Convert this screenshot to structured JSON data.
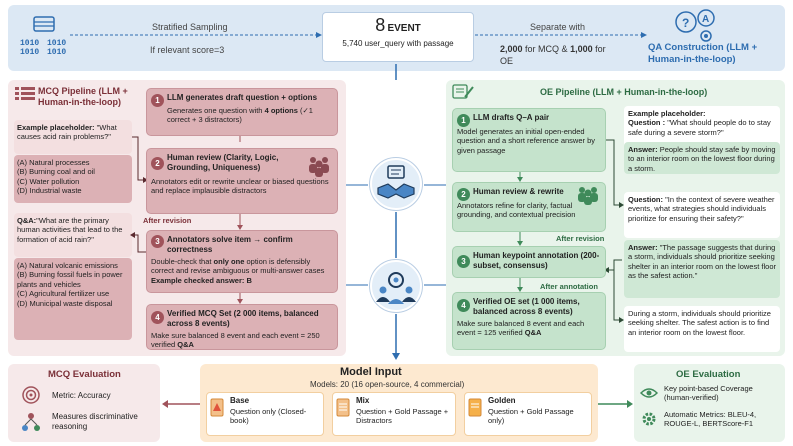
{
  "top": {
    "sampling_label": "Stratified Sampling",
    "relevant_label": "If relevant score=3",
    "event_num": "8",
    "event_word": "EVENT",
    "queries": "5,740 user_query with passage",
    "separate": "Separate with",
    "split_a": "2,000",
    "split_mid": "for MCQ &",
    "split_b": "1,000",
    "split_end": "for",
    "split_oe": "OE",
    "qa_title": "QA Construction (LLM + Human-in-the-loop)"
  },
  "mcq": {
    "title": "MCQ Pipeline (LLM + Human-in-the-loop)",
    "ex_label": "Example placeholder:",
    "ex_question": "\"What causes acid rain problems?\"",
    "options1": [
      "(A) Natural processes",
      "(B) Burning coal and oil",
      "(C) Water pollution",
      "(D) Industrial waste"
    ],
    "qa_label": "Q&A:",
    "qa_question": "\"What are the primary human activities that lead to the formation of acid rain?\"",
    "options2": [
      "(A) Natural volcanic emissions",
      "(B) Burning fossil fuels in power plants and vehicles",
      "(C) Agricultural fertilizer use",
      "(D) Municipal waste disposal"
    ],
    "steps": [
      {
        "n": "1",
        "title": "LLM generates draft question + options",
        "body_a": "Generates one question with",
        "body_b": "4 options",
        "body_c": "(✓1 correct + 3 distractors)"
      },
      {
        "n": "2",
        "title": "Human review (Clarity, Logic, Grounding, Uniqueness)",
        "body": "Annotators edit or rewrite unclear or biased questions and replace implausible distractors"
      },
      {
        "n": "3",
        "title": "Annotators solve item → confirm correctness",
        "body_a": "Double-check that",
        "body_b": "only one",
        "body_c": "option is defensibly correct and revise ambiguous or multi-answer cases",
        "answer": "Example checked answer: B"
      },
      {
        "n": "4",
        "title": "Verified MCQ Set (2 000 items, balanced across 8 events)",
        "body_a": "Make sure balanced 8 event and each event = 250 verified",
        "body_b": "Q&A"
      }
    ],
    "after_revision": "After revision"
  },
  "oe": {
    "title": "OE Pipeline (LLM + Human-in-the-loop)",
    "steps": [
      {
        "n": "1",
        "title": "LLM drafts Q–A pair",
        "body": "Model generates an initial open-ended question and a short reference answer by given passage"
      },
      {
        "n": "2",
        "title": "Human review & rewrite",
        "body": "Annotators refine for clarity, factual grounding, and contextual precision"
      },
      {
        "n": "3",
        "title": "Human keypoint annotation (200-subset, consensus)"
      },
      {
        "n": "4",
        "title": "Verified OE set (1 000 items, balanced across 8 events)",
        "body_a": "Make sure balanced 8 event and each event = 125 verified",
        "body_b": "Q&A"
      }
    ],
    "ex_label": "Example placeholder:",
    "ex_q_label": "Question :",
    "ex_q": "\"What should people do to stay safe during a severe storm?\"",
    "ex_a_label": "Answer:",
    "ex_a": "People should stay safe by moving to an interior room on the lowest floor during a storm.",
    "q2_label": "Question:",
    "q2": "\"In the context of severe weather events, what strategies should individuals prioritize for ensuring their safety?\"",
    "a2_label": "Answer:",
    "a2": "\"The passage suggests that during a storm, individuals should prioritize seeking shelter in an interior room on the lowest floor as the safest action.\"",
    "after_revision": "After revision",
    "after_annotation": "After annotation",
    "keypoint": "During a storm, individuals should prioritize seeking shelter. The safest action is to find an interior room on the lowest floor."
  },
  "bottom": {
    "mcq_eval_title": "MCQ Evaluation",
    "metric": "Metric: Accuracy",
    "measures": "Measures discriminative reasoning",
    "model_title": "Model Input",
    "models": "Models: 20 (16 open-source, 4 commercial)",
    "base_title": "Base",
    "base_desc": "Question only (Closed-book)",
    "mix_title": "Mix",
    "mix_desc": "Question + Gold Passage + Distractors",
    "golden_title": "Golden",
    "golden_desc": "Question + Gold Passage only)",
    "oe_eval_title": "OE Evaluation",
    "keypoint_cov": "Key point-based Coverage (human-verified)",
    "auto_metrics": "Automatic Metrics: BLEU-4, ROUGE-L, BERTScore-F1"
  },
  "colors": {
    "blue": "#2e6db0",
    "mcq": "#a0535b",
    "oe": "#3f8a5a",
    "model_bg": "#fde9d0"
  }
}
